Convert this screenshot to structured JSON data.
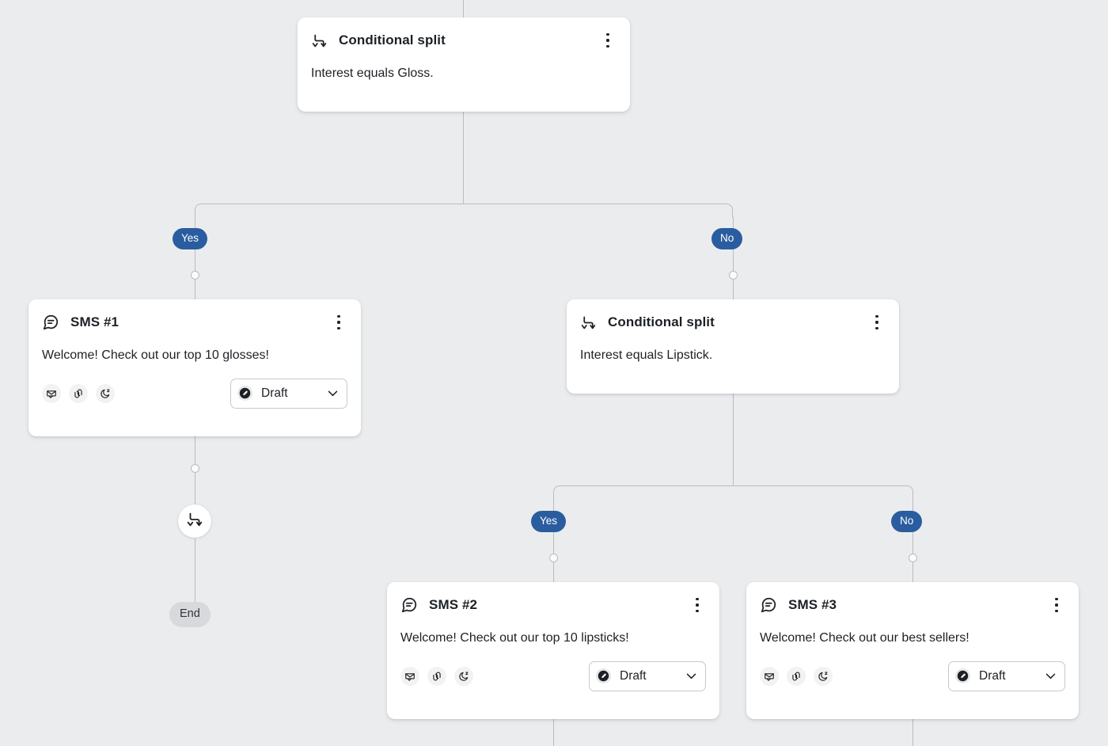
{
  "canvas": {
    "background": "#ebecee",
    "connector_color": "#b9bcc1",
    "branch_badge_color": "#2a5d9f",
    "end_badge_color": "#d7d9dd",
    "card_background": "#ffffff"
  },
  "nodes": {
    "split_top": {
      "icon": "conditional-split-icon",
      "title": "Conditional split",
      "body": "Interest equals Gloss."
    },
    "sms_1": {
      "icon": "sms-bubble-icon",
      "title": "SMS #1",
      "body": "Welcome! Check out our top 10 glosses!",
      "footer_icons": [
        "smart-sending-icon",
        "utm-tracking-icon",
        "quiet-hours-icon"
      ],
      "status": "Draft"
    },
    "split_mid": {
      "icon": "conditional-split-icon",
      "title": "Conditional split",
      "body": "Interest equals Lipstick."
    },
    "sms_2": {
      "icon": "sms-bubble-icon",
      "title": "SMS #2",
      "body": "Welcome! Check out our top 10 lipsticks!",
      "footer_icons": [
        "smart-sending-icon",
        "utm-tracking-icon",
        "quiet-hours-icon"
      ],
      "status": "Draft"
    },
    "sms_3": {
      "icon": "sms-bubble-icon",
      "title": "SMS #3",
      "body": "Welcome! Check out our best sellers!",
      "footer_icons": [
        "smart-sending-icon",
        "utm-tracking-icon",
        "quiet-hours-icon"
      ],
      "status": "Draft"
    },
    "round_split": {
      "icon": "conditional-split-icon"
    },
    "end_node": {
      "label": "End"
    }
  },
  "branches": {
    "top_yes": "Yes",
    "top_no": "No",
    "mid_yes": "Yes",
    "mid_no": "No"
  }
}
